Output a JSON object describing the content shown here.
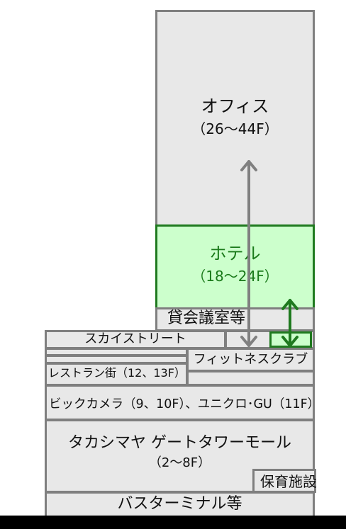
{
  "floors": {
    "office": {
      "name": "オフィス",
      "range": "（26～44F）"
    },
    "hotel": {
      "name": "ホテル",
      "range": "（18～24F）"
    },
    "conference": {
      "name": "貸会議室等"
    },
    "skystreet": {
      "name": "スカイストリート"
    },
    "fitness": {
      "name": "フィットネスクラブ"
    },
    "restaurants": {
      "name": "レストラン街（12、13F）"
    },
    "bic": {
      "name": "ビックカメラ（9、10F）、ユニクロ･GU（11F）"
    },
    "mall": {
      "name": "タカシマヤ ゲートタワーモール",
      "range": "（2～8F）"
    },
    "nursery": {
      "name": "保育施設"
    },
    "bus": {
      "name": "バスターミナル等"
    }
  },
  "colors": {
    "border_gray": "#7f7f7f",
    "fill_gray": "#e8e8e8",
    "hotel_fill": "#ccffcc",
    "hotel_border": "#1f7a1f",
    "hotel_text": "#1a7a1a",
    "arrow_gray": "#808080",
    "arrow_green": "#1f7a1f",
    "ground": "#000000"
  }
}
